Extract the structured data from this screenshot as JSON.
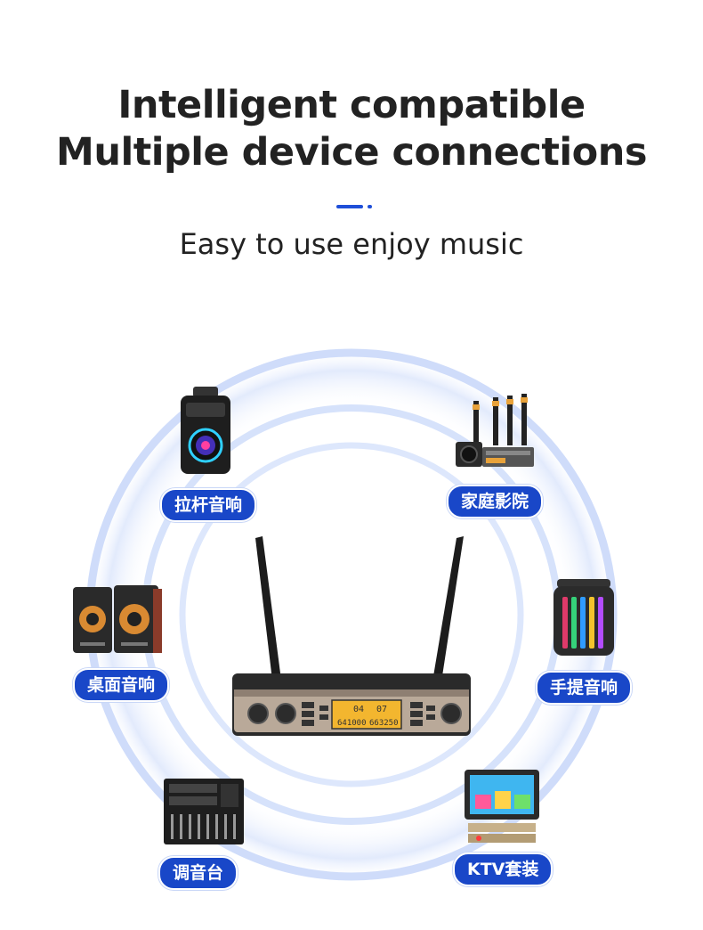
{
  "header": {
    "title_line1": "Intelligent compatible",
    "title_line2": "Multiple device connections",
    "subtitle": "Easy to use enjoy music"
  },
  "colors": {
    "accent": "#1f4fd8",
    "label_bg": "#1947c8",
    "ring": "#cfdcfa"
  },
  "receiver": {
    "display_top_left": "04",
    "display_top_right": "07",
    "display_bottom_left": "641000",
    "display_bottom_right": "663250"
  },
  "devices": [
    {
      "label": "拉杆音响",
      "icon": "trolley-speaker-icon"
    },
    {
      "label": "家庭影院",
      "icon": "home-theater-icon"
    },
    {
      "label": "桌面音响",
      "icon": "desktop-speakers-icon"
    },
    {
      "label": "手提音响",
      "icon": "portable-speaker-icon"
    },
    {
      "label": "调音台",
      "icon": "mixer-console-icon"
    },
    {
      "label": "KTV套装",
      "icon": "ktv-set-icon"
    }
  ]
}
